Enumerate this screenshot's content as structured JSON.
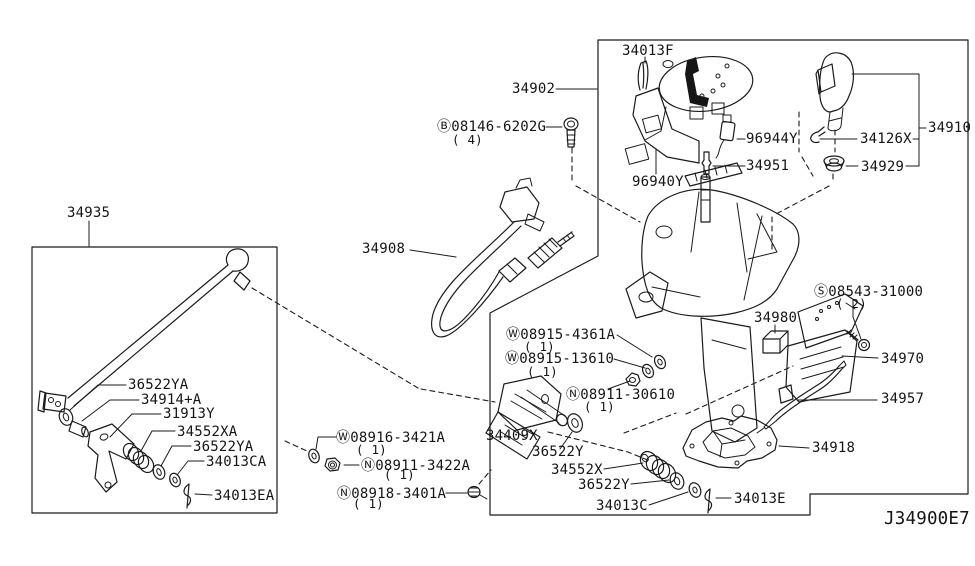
{
  "diagram": {
    "code": "J34900E7",
    "description": "Auto transmission control device exploded parts diagram",
    "line_color": "#1b1b1b",
    "background_color": "#ffffff"
  },
  "labels": {
    "l34013F": "34013F",
    "l34902": "34902",
    "lB08146": "Ⓑ08146-6202G",
    "qB08146": "( 4)",
    "l96944Y": "96944Y",
    "l34951": "34951",
    "l96940Y": "96940Y",
    "l34126X": "34126X",
    "l34929": "34929",
    "l34910": "34910",
    "l34908": "34908",
    "l34935": "34935",
    "l36522YA1": "36522YA",
    "l34914A": "34914+A",
    "l31913Y": "31913Y",
    "l34552XA": "34552XA",
    "l36522YA2": "36522YA",
    "l34013CA": "34013CA",
    "l34013EA": "34013EA",
    "lW089154361A": "Ⓦ08915-4361A",
    "qW089154361A": "( 1)",
    "lW0891513610": "Ⓦ08915-13610",
    "qW0891513610": "( 1)",
    "lN0891130610": "Ⓝ08911-30610",
    "qN0891130610": "( 1)",
    "l34409X": "34409X",
    "l36522Y1": "36522Y",
    "l34552X": "34552X",
    "l36522Y2": "36522Y",
    "l34013C": "34013C",
    "l34013E": "34013E",
    "l34918": "34918",
    "lS08543": "Ⓢ08543-31000",
    "qS08543": "( 2)",
    "l34980": "34980",
    "l34970": "34970",
    "l34957": "34957",
    "lW089163421A": "Ⓦ08916-3421A",
    "qW089163421A": "( 1)",
    "lN089113422A": "Ⓝ08911-3422A",
    "qN089113422A": "( 1)",
    "lN089183401A": "Ⓝ08918-3401A",
    "qN089183401A": "( 1)",
    "code": "J34900E7"
  }
}
